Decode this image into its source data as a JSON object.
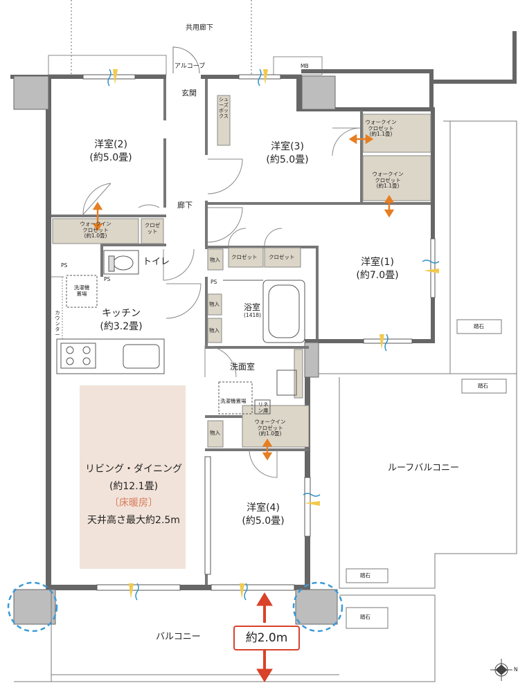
{
  "labels": {
    "corridor_common": "共用廊下",
    "alcove": "アルコーブ",
    "mb": "MB",
    "entrance": "玄関",
    "shoes_box": "シューズボックス",
    "hallway": "廊下",
    "toilet": "トイレ",
    "ps": "PS",
    "counter": "カウンター",
    "washer_area": "洗濯機置場",
    "bath": "浴室",
    "bath_size": "(1418)",
    "washroom": "洗面室",
    "linen": "リネン庫",
    "storage": "物入",
    "closet": "クロゼット",
    "balcony": "バルコニー",
    "roof_balcony": "ルーフバルコニー",
    "stepping_stone": "踏石",
    "dimension": "約2.0m",
    "compass_n": "N"
  },
  "rooms": {
    "western2": {
      "name": "洋室(2)",
      "size": "(約5.0畳)"
    },
    "western3": {
      "name": "洋室(3)",
      "size": "(約5.0畳)"
    },
    "western1": {
      "name": "洋室(1)",
      "size": "(約7.0畳)"
    },
    "western4": {
      "name": "洋室(4)",
      "size": "(約5.0畳)"
    },
    "kitchen": {
      "name": "キッチン",
      "size": "(約3.2畳)"
    },
    "ldk": {
      "name": "リビング・ダイニング",
      "size": "(約12.1畳)",
      "floor_heating": "〔床暖房〕",
      "ceiling": "天井高さ最大約2.5m"
    }
  },
  "wic": {
    "w2": {
      "name": "ウォークイン",
      "name2": "クロゼット",
      "size": "(約1.0畳)"
    },
    "w3a": {
      "name": "ウォークイン",
      "name2": "クロゼット",
      "size": "(約1.1畳)"
    },
    "w3b": {
      "name": "ウォークイン",
      "name2": "クロゼット",
      "size": "(約1.1畳)"
    },
    "w4": {
      "name": "ウォークイン",
      "name2": "クロゼット",
      "size": "(約1.0畳)"
    }
  },
  "colors": {
    "wall": "#666666",
    "column": "#bdbdbd",
    "storage_fill": "#dcd6c8",
    "ldk_highlight": "#f1e3d9",
    "accent_arrow": "#e67e22",
    "dimension_arrow": "#d9412a",
    "column_circle": "#3a9ad9"
  }
}
